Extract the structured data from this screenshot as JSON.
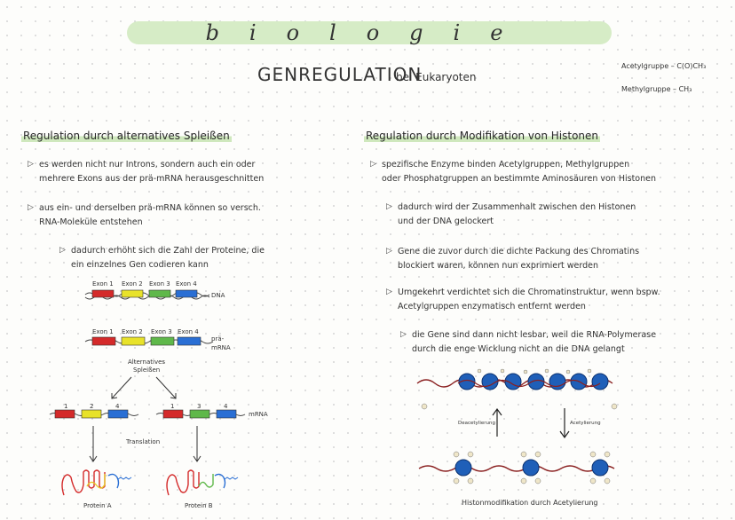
{
  "banner": {
    "text": "biologie"
  },
  "header": {
    "title": "GENREGULATION",
    "subtitle": "bei Eukaryoten"
  },
  "legend": {
    "acetyl": "Acetylgruppe  – C(O)CH₃",
    "methyl": "Methylgruppe  – CH₃"
  },
  "left": {
    "title": "Regulation durch alternatives Spleißen",
    "b1_l1": "es werden nicht nur Introns, sondern auch ein oder",
    "b1_l2": "mehrere Exons aus der prä-mRNA herausgeschnitten",
    "b2_l1": "aus ein- und derselben prä-mRNA können so versch.",
    "b2_l2": "RNA-Moleküle entstehen",
    "b3_l1": "dadurch erhöht sich die Zahl der Proteine, die",
    "b3_l2": "ein einzelnes Gen codieren kann",
    "dna_exons": [
      "Exon 1",
      "Exon 2",
      "Exon 3",
      "Exon 4"
    ],
    "dna_label": "DNA",
    "pre_exons": [
      "Exon 1",
      "Exon 2",
      "Exon 3",
      "Exon 4"
    ],
    "pre_label1": "prä-",
    "pre_label2": "mRNA",
    "splice1": "Alternatives",
    "splice2": "Spleißen",
    "m1_nums": [
      "1",
      "2",
      "4"
    ],
    "m2_nums": [
      "1",
      "3",
      "4"
    ],
    "mrna_label": "mRNA",
    "translation": "Translation",
    "protein_a": "Protein A",
    "protein_b": "Protein B"
  },
  "right": {
    "title": "Regulation durch Modifikation von Histonen",
    "b1_l1": "spezifische Enzyme binden Acetylgruppen, Methylgruppen",
    "b1_l2": "oder Phosphatgruppen an bestimmte Aminosäuren von Histonen",
    "b2_l1": "dadurch wird der Zusammenhalt zwischen den Histonen",
    "b2_l2": "und der DNA gelockert",
    "b3_l1": "Gene die zuvor durch die dichte Packung des Chromatins",
    "b3_l2": "blockiert waren, können nun exprimiert werden",
    "b4_l1": "Umgekehrt verdichtet sich die Chromatinstruktur, wenn bspw.",
    "b4_l2": "Acetylgruppen enzymatisch entfernt werden",
    "b5_l1": "die Gene sind dann nicht lesbar, weil die RNA-Polymerase",
    "b5_l2": "durch die enge Wicklung nicht an die DNA gelangt",
    "deacetyl": "Deacetylierung",
    "acetyl": "Acetylierung",
    "caption": "Histonmodifikation durch Acetylierung"
  },
  "colors": {
    "banner": "#d6ecc6",
    "highlight": "#cfe8bd",
    "exon1": "#d42a2a",
    "exon2": "#e8e22a",
    "exon3": "#5fb84a",
    "exon4": "#2a6fd4",
    "histone": "#1f5fb8"
  }
}
